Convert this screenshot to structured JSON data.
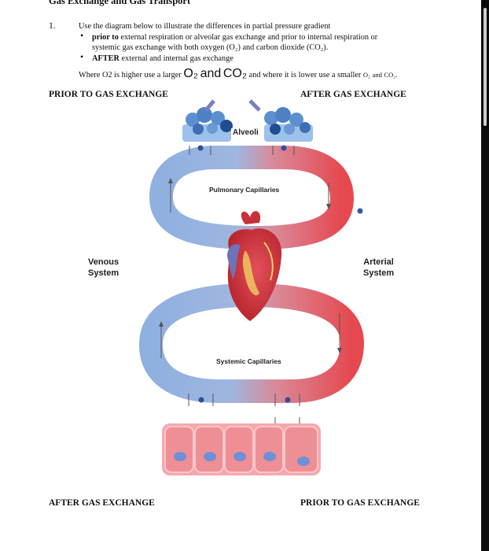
{
  "heading": "Gas Exchange and Gas Transport",
  "question": {
    "number": "1.",
    "intro": "Use the diagram below to illustrate the differences in partial pressure gradient",
    "bullet1_bold": "prior to",
    "bullet1_rest": "external respiration or alveolar gas exchange and prior to internal respiration or",
    "bullet1_cont": "systemic gas exchange with both oxygen (O₂) and carbon dioxide (CO₂).",
    "bullet2_bold": "AFTER",
    "bullet2_rest": "external and internal gas exchange",
    "instr_a": "Where O2 is higher use a larger",
    "instr_o2": "O₂",
    "instr_and": "and",
    "instr_co2": "CO₂",
    "instr_b": "and where it is lower use a smaller",
    "instr_small_o2": "O₂",
    "instr_small_and": "and",
    "instr_small_co2": "CO₂."
  },
  "headers": {
    "top_left": "PRIOR TO GAS EXCHANGE",
    "top_right": "AFTER GAS EXCHANGE",
    "bottom_left": "AFTER GAS EXCHANGE",
    "bottom_right": "PRIOR TO GAS EXCHANGE"
  },
  "diagram": {
    "alveoli": "Alveoli",
    "pulmonary": "Pulmonary Capillaries",
    "systemic": "Systemic Capillaries",
    "venous_1": "Venous",
    "venous_2": "System",
    "arterial_1": "Arterial",
    "arterial_2": "System"
  },
  "colors": {
    "venous_blue": "#8fb0e0",
    "arterial_red": "#e5484f",
    "alveoli_blue": "#5c8fd0",
    "cell_pink": "#ee8f95",
    "nucleus_blue": "#6f8fd6"
  }
}
